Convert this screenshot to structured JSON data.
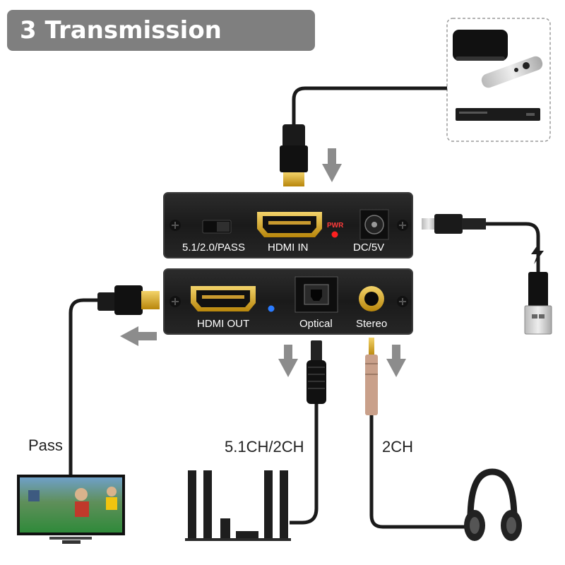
{
  "title": "3 Transmission Modes",
  "unit_top": {
    "switch_label": "5.1/2.0/PASS",
    "hdmi_in_label": "HDMI IN",
    "pwr_label": "PWR",
    "dc_label": "DC/5V"
  },
  "unit_bottom": {
    "hdmi_out_label": "HDMI OUT",
    "optical_label": "Optical",
    "stereo_label": "Stereo"
  },
  "outputs": {
    "pass_label": "Pass",
    "surround_label": "5.1CH/2CH",
    "stereo_label": "2CH"
  },
  "colors": {
    "title_bg": "#7f7f7f",
    "device_body": "#1e1e1e",
    "arrow": "#8c8c8c",
    "pwr_led": "#ff2020",
    "status_led": "#2a7bff",
    "gold": "#d4a21f"
  }
}
